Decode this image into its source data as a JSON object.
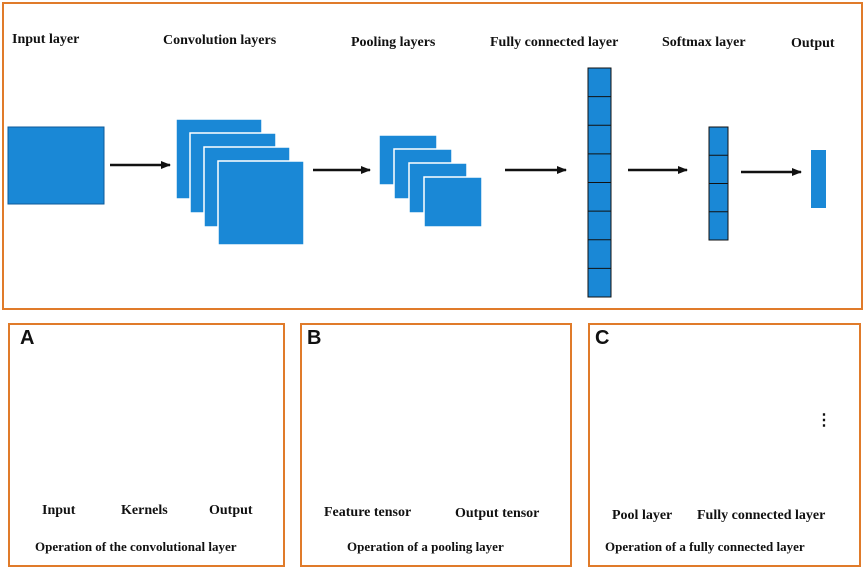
{
  "top": {
    "labels": {
      "input": "Input layer",
      "conv": "Convolution layers",
      "pool": "Pooling layers",
      "fc": "Fully connected layer",
      "softmax": "Softmax layer",
      "output": "Output"
    }
  },
  "panel_a": {
    "letter": "A",
    "input": "Input",
    "kernels": "Kernels",
    "output": "Output",
    "caption": "Operation of the convolutional layer"
  },
  "panel_b": {
    "letter": "B",
    "feature": "Feature tensor",
    "output": "Output tensor",
    "caption": "Operation of a pooling layer"
  },
  "panel_c": {
    "letter": "C",
    "pool": "Pool layer",
    "fc": "Fully connected layer",
    "caption": "Operation of a fully connected layer",
    "ellipsis": "⋮"
  },
  "colors": {
    "block": "#1a88d6",
    "border": "#e07b2a",
    "kernel": "#ff1a1a",
    "pink": "#e0709a",
    "yellow": "#c9c44a",
    "green": "#6ab04c"
  }
}
